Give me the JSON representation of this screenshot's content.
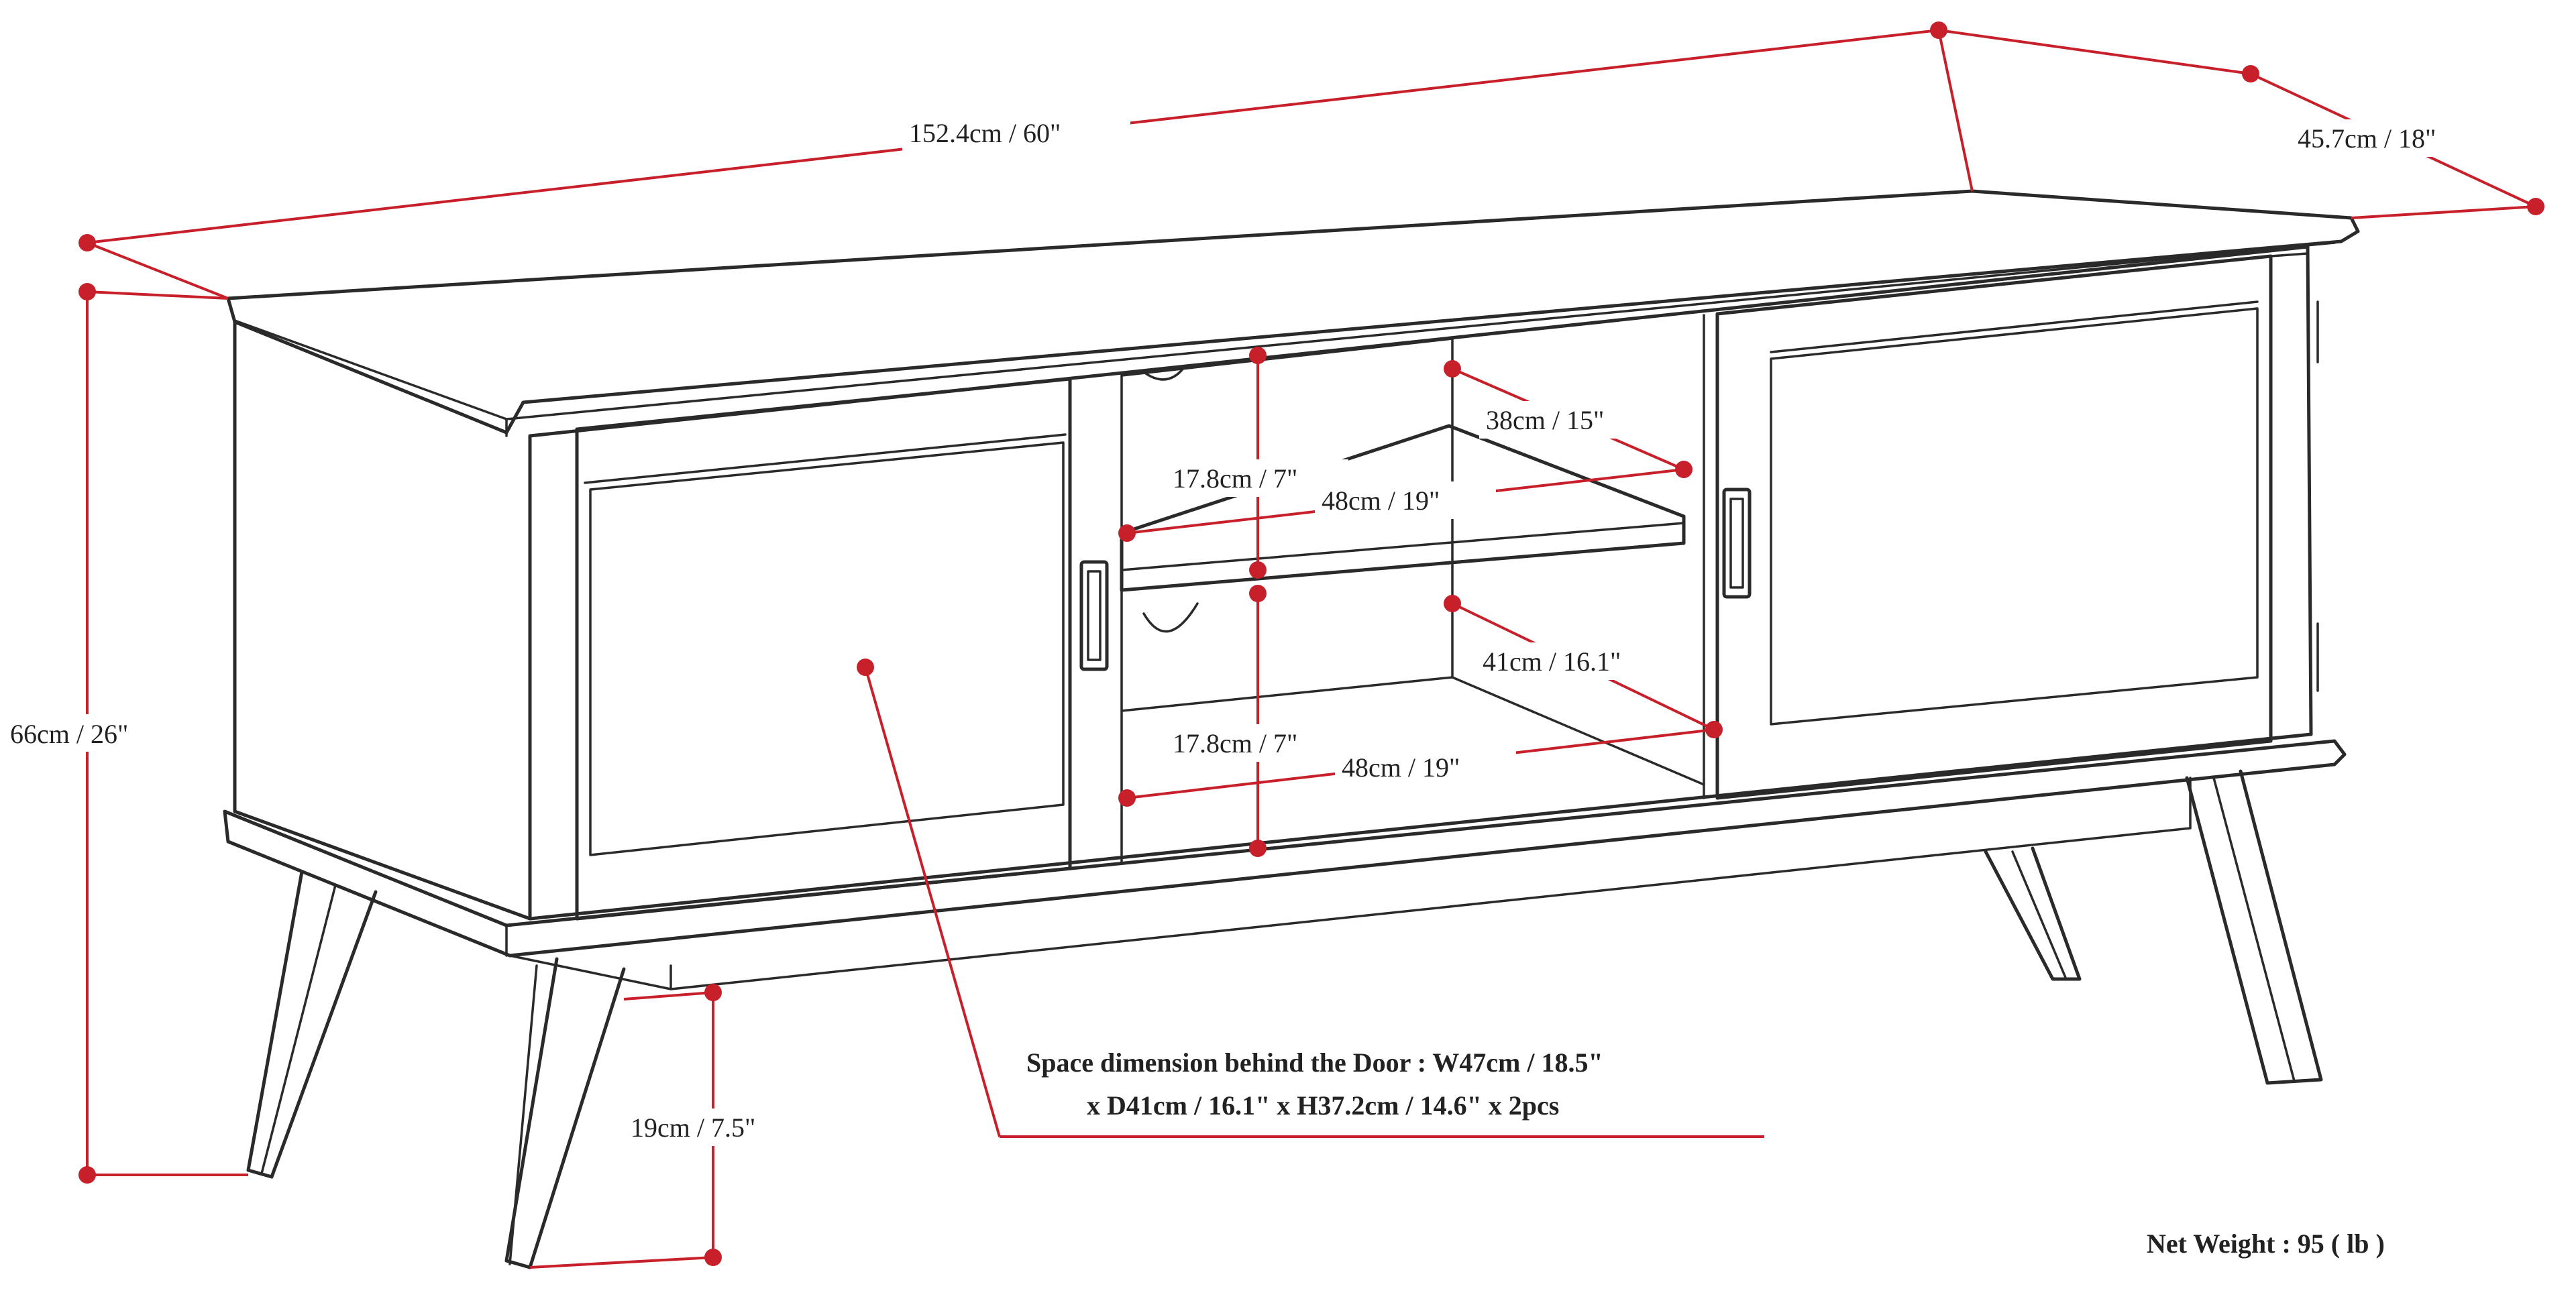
{
  "dimensions": {
    "width": "152.4cm / 60\"",
    "depth": "45.7cm / 18\"",
    "height": "66cm / 26\"",
    "leg_height": "19cm / 7.5\"",
    "upper_shelf_height": "17.8cm / 7\"",
    "upper_shelf_width": "48cm / 19\"",
    "upper_shelf_depth": "38cm / 15\"",
    "lower_shelf_height": "17.8cm / 7\"",
    "lower_shelf_width": "48cm / 19\"",
    "lower_shelf_depth": "41cm / 16.1\""
  },
  "note": {
    "line1": "Space dimension behind the Door  : W47cm / 18.5\"",
    "line2": "x D41cm / 16.1\" x H37.2cm / 14.6\" x 2pcs"
  },
  "net_weight": "Net Weight : 95 ( lb )",
  "colors": {
    "dimension": "#c8202a",
    "outline": "#2a2a2a"
  }
}
